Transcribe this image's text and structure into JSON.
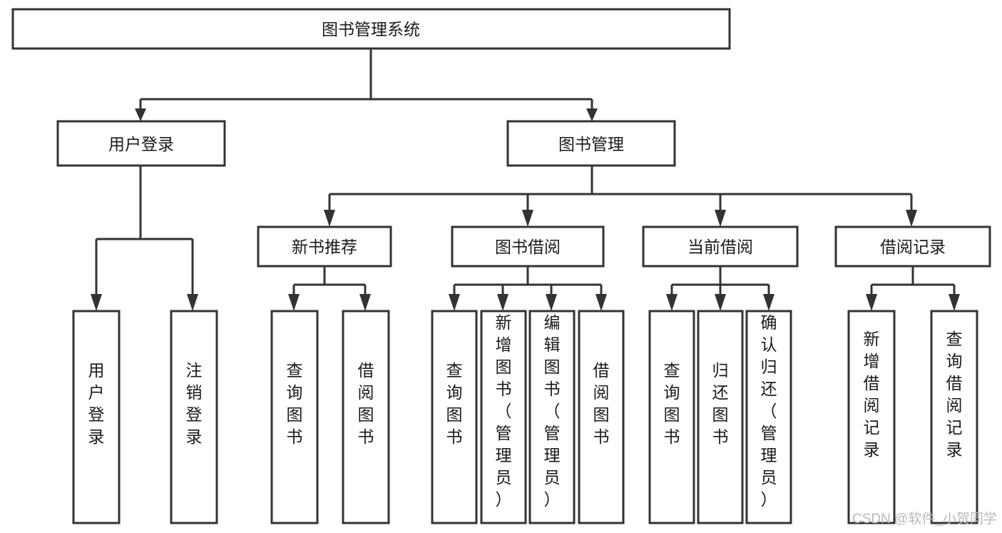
{
  "diagram": {
    "title": "图书管理系统",
    "type": "tree-hierarchy-diagram",
    "colors": {
      "stroke": "#333333",
      "fill": "#ffffff",
      "text": "#1a1a1a",
      "watermark": "#b9b9b9"
    },
    "levels": {
      "root": {
        "label": "图书管理系统"
      },
      "level2": [
        {
          "label": "用户登录"
        },
        {
          "label": "图书管理"
        }
      ],
      "level3": [
        {
          "label": "新书推荐"
        },
        {
          "label": "图书借阅"
        },
        {
          "label": "当前借阅"
        },
        {
          "label": "借阅记录"
        }
      ],
      "leaves_user_login": [
        {
          "label": "用户登录",
          "chars": [
            "用",
            "户",
            "登",
            "录"
          ]
        },
        {
          "label": "注销登录",
          "chars": [
            "注",
            "销",
            "登",
            "录"
          ]
        }
      ],
      "leaves_new_books": [
        {
          "label": "查询图书",
          "chars": [
            "查",
            "询",
            "图",
            "书"
          ]
        },
        {
          "label": "借阅图书",
          "chars": [
            "借",
            "阅",
            "图",
            "书"
          ]
        }
      ],
      "leaves_borrow": [
        {
          "label": "查询图书",
          "chars": [
            "查",
            "询",
            "图",
            "书"
          ]
        },
        {
          "label": "新增图书（管理员）",
          "chars": [
            "新",
            "增",
            "图",
            "书",
            "（",
            "管",
            "理",
            "员",
            "）"
          ]
        },
        {
          "label": "编辑图书（管理员）",
          "chars": [
            "编",
            "辑",
            "图",
            "书",
            "（",
            "管",
            "理",
            "员",
            "）"
          ]
        },
        {
          "label": "借阅图书",
          "chars": [
            "借",
            "阅",
            "图",
            "书"
          ]
        }
      ],
      "leaves_current": [
        {
          "label": "查询图书",
          "chars": [
            "查",
            "询",
            "图",
            "书"
          ]
        },
        {
          "label": "归还图书",
          "chars": [
            "归",
            "还",
            "图",
            "书"
          ]
        },
        {
          "label": "确认归还（管理员）",
          "chars": [
            "确",
            "认",
            "归",
            "还",
            "（",
            "管",
            "理",
            "员",
            "）"
          ]
        }
      ],
      "leaves_records": [
        {
          "label": "新增借阅记录",
          "chars": [
            "新",
            "增",
            "借",
            "阅",
            "记",
            "录"
          ]
        },
        {
          "label": "查询借阅记录",
          "chars": [
            "查",
            "询",
            "借",
            "阅",
            "记",
            "录"
          ]
        }
      ]
    },
    "watermark": "CSDN @软件_小贺同学"
  }
}
